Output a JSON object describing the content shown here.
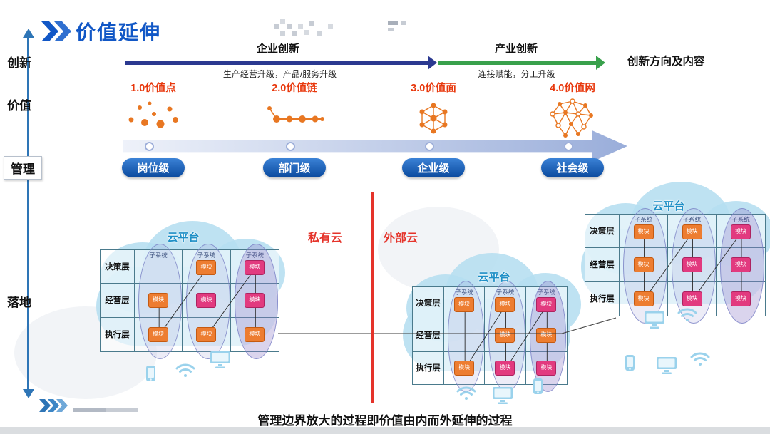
{
  "header": {
    "title": "价值延伸",
    "right_note": "创新方向及内容"
  },
  "axis": {
    "labels": [
      "创新",
      "价值",
      "管理",
      "落地"
    ]
  },
  "arrows": {
    "enterprise": {
      "label": "企业创新",
      "desc": "生产经营升级，产品/服务升级"
    },
    "industry": {
      "label": "产业创新",
      "desc": "连接赋能，分工升级"
    }
  },
  "stages": [
    {
      "label": "1.0价值点",
      "icon": "value-points-icon"
    },
    {
      "label": "2.0价值链",
      "icon": "value-chain-icon"
    },
    {
      "label": "3.0价值面",
      "icon": "value-surface-icon"
    },
    {
      "label": "4.0价值网",
      "icon": "value-network-icon"
    }
  ],
  "levels": [
    {
      "label": "岗位级"
    },
    {
      "label": "部门级"
    },
    {
      "label": "企业级"
    },
    {
      "label": "社会级"
    }
  ],
  "clouds": {
    "platform_label": "云平台",
    "private_label": "私有云",
    "external_label": "外部云",
    "row_labels": [
      "决策层",
      "经营层",
      "执行层"
    ],
    "subsystem_label": "子系统",
    "module_label": "模块",
    "tables": [
      {
        "name": "private-cloud-table",
        "columns": [
          {
            "cells": [
              null,
              "orange",
              "orange"
            ]
          },
          {
            "cells": [
              "orange",
              "pink",
              "orange"
            ]
          },
          {
            "cells": [
              "pink",
              "pink",
              "orange"
            ]
          }
        ]
      },
      {
        "name": "external-cloud-table-left",
        "columns": [
          {
            "cells": [
              "orange",
              null,
              "orange"
            ]
          },
          {
            "cells": [
              "orange",
              "orange",
              "pink"
            ]
          },
          {
            "cells": [
              "pink",
              "orange",
              "pink"
            ]
          }
        ]
      },
      {
        "name": "external-cloud-table-right",
        "columns": [
          {
            "cells": [
              "orange",
              "orange",
              "orange"
            ]
          },
          {
            "cells": [
              "orange",
              "pink",
              "pink"
            ]
          },
          {
            "cells": [
              "pink",
              "pink",
              "pink"
            ]
          }
        ]
      }
    ]
  },
  "footer": {
    "caption": "管理边界放大的过程即价值由内而外延伸的过程"
  },
  "colors": {
    "title_blue": "#1157C6",
    "enterprise_arrow": "#2B3990",
    "industry_arrow": "#39A14C",
    "stage_red": "#E8380D",
    "stage_icon_orange": "#E87722",
    "level_pill": "#0B4A9E",
    "divider_red": "#E5332A",
    "cloud_blue": "#B5DEF0",
    "platform_teal": "#1E8FC6",
    "module_orange": "#ED7D31",
    "module_pink": "#E23A7F"
  }
}
